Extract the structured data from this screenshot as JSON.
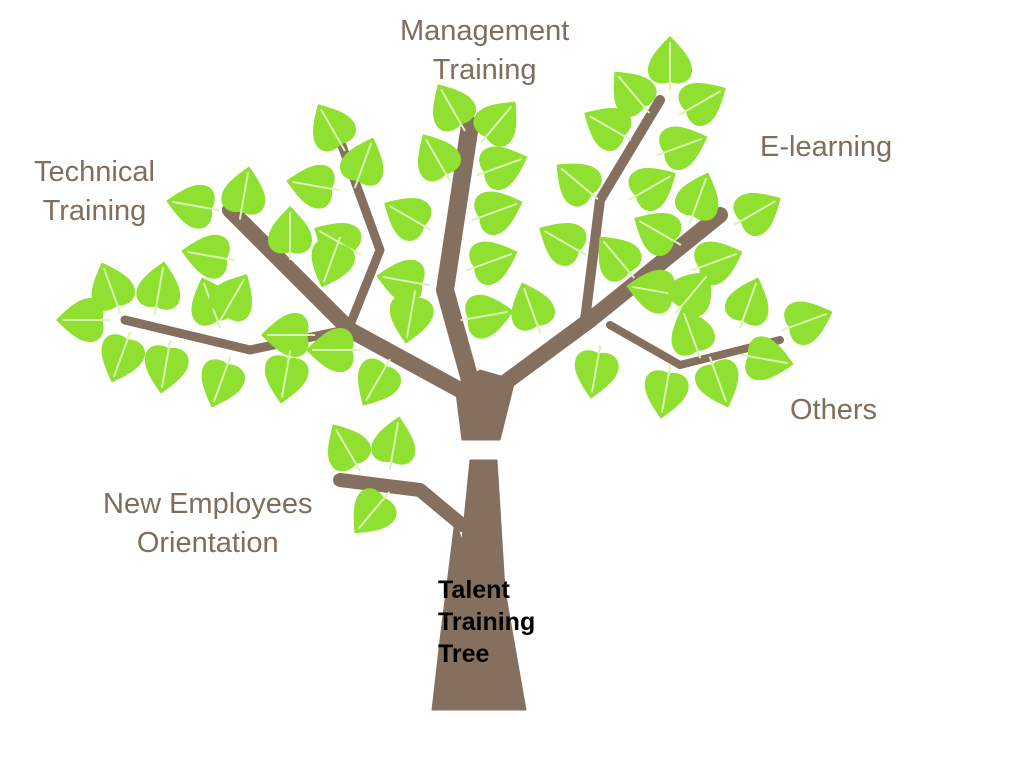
{
  "title": [
    "Talent",
    "Training",
    "Tree"
  ],
  "labels": {
    "management": [
      "Management",
      "Training"
    ],
    "technical": [
      "Technical",
      "Training"
    ],
    "elearning": "E-learning",
    "others": "Others",
    "new_employees": [
      "New Employees",
      "Orientation"
    ]
  },
  "colors": {
    "trunk": "#857060",
    "leaf": "#8fe030",
    "label": "#806e5d"
  }
}
